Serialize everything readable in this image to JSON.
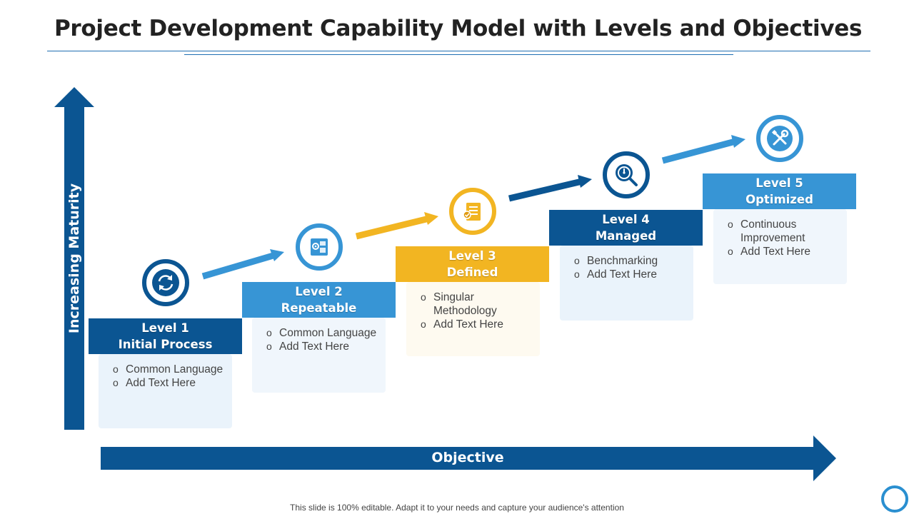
{
  "title": "Project Development Capability Model with Levels and Objectives",
  "vertical_axis_label": "Increasing Maturity",
  "horizontal_axis_label": "Objective",
  "footer": "This slide is 100% editable. Adapt it to your needs and capture your audience's attention",
  "colors": {
    "dark_blue": "#0b5592",
    "light_blue": "#3795d5",
    "yellow": "#f2b522"
  },
  "levels": [
    {
      "line1": "Level 1",
      "line2": "Initial Process",
      "icon": "refresh-cycle-icon",
      "items": [
        "Common Language",
        "Add Text Here"
      ]
    },
    {
      "line1": "Level 2",
      "line2": "Repeatable",
      "icon": "document-gear-icon",
      "items": [
        "Common Language",
        "Add Text Here"
      ]
    },
    {
      "line1": "Level 3",
      "line2": "Defined",
      "icon": "checklist-document-icon",
      "items": [
        "Singular Methodology",
        "Add Text Here"
      ]
    },
    {
      "line1": "Level 4",
      "line2": "Managed",
      "icon": "magnifier-gauge-icon",
      "items": [
        "Benchmarking",
        "Add Text Here"
      ]
    },
    {
      "line1": "Level 5",
      "line2": "Optimized",
      "icon": "wrench-screwdriver-icon",
      "items": [
        "Continuous Improvement",
        "Add Text Here"
      ]
    }
  ]
}
